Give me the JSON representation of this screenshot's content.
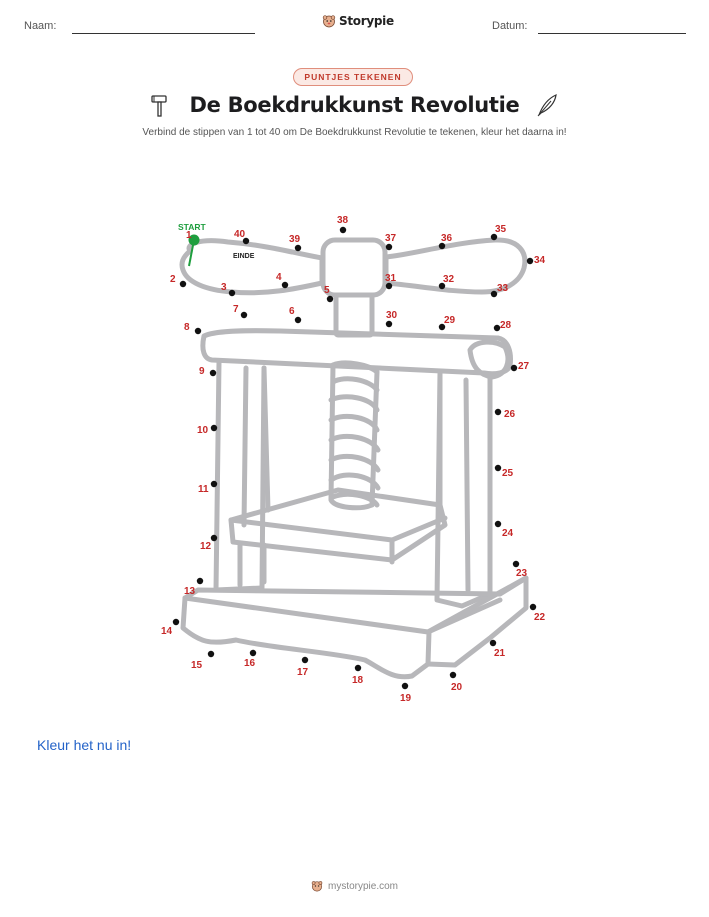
{
  "header": {
    "name_label": "Naam:",
    "date_label": "Datum:",
    "brand": "Storypie"
  },
  "badge": "PUNTJES TEKENEN",
  "title": "De Boekdrukkunst Revolutie",
  "subtitle": "Verbind de stippen van 1 tot 40 om De Boekdrukkunst Revolutie te tekenen, kleur het daarna in!",
  "markers": {
    "start": "START",
    "end": "EINDE"
  },
  "dot_labels": [
    "1",
    "2",
    "3",
    "4",
    "5",
    "6",
    "7",
    "8",
    "9",
    "10",
    "11",
    "12",
    "13",
    "14",
    "15",
    "16",
    "17",
    "18",
    "19",
    "20",
    "21",
    "22",
    "23",
    "24",
    "25",
    "26",
    "27",
    "28",
    "29",
    "30",
    "31",
    "32",
    "33",
    "34",
    "35",
    "36",
    "37",
    "38",
    "39",
    "40"
  ],
  "colors": {
    "dot_label": "#c62828",
    "start": "#1e9e3e",
    "outline": "#b7b7ba",
    "prompt": "#2463c8",
    "badge": "#c0392b"
  },
  "icons": {
    "left": "hammer-icon",
    "right": "feather-icon",
    "brand": "storypie-mascot-icon"
  },
  "color_prompt": "Kleur het nu in!",
  "footer": "mystorypie.com"
}
